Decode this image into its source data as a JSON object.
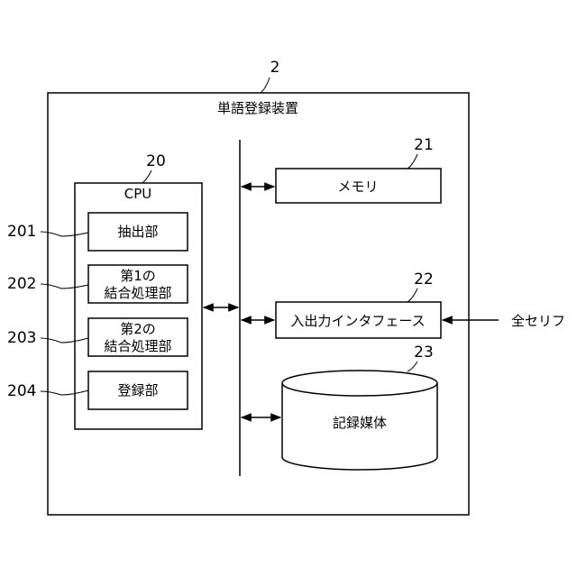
{
  "device": {
    "ref": "2",
    "title": "単語登録装置"
  },
  "cpu": {
    "ref": "20",
    "label": "CPU",
    "units": [
      {
        "ref": "201",
        "lines": [
          "抽出部"
        ]
      },
      {
        "ref": "202",
        "lines": [
          "第1の",
          "結合処理部"
        ]
      },
      {
        "ref": "203",
        "lines": [
          "第2の",
          "結合処理部"
        ]
      },
      {
        "ref": "204",
        "lines": [
          "登録部"
        ]
      }
    ]
  },
  "memory": {
    "ref": "21",
    "label": "メモリ"
  },
  "io": {
    "ref": "22",
    "label": "入出力インタフェース"
  },
  "storage": {
    "ref": "23",
    "label": "記録媒体"
  },
  "input_label": "全セリフ",
  "colors": {
    "line": "#000000",
    "background": "#ffffff"
  }
}
